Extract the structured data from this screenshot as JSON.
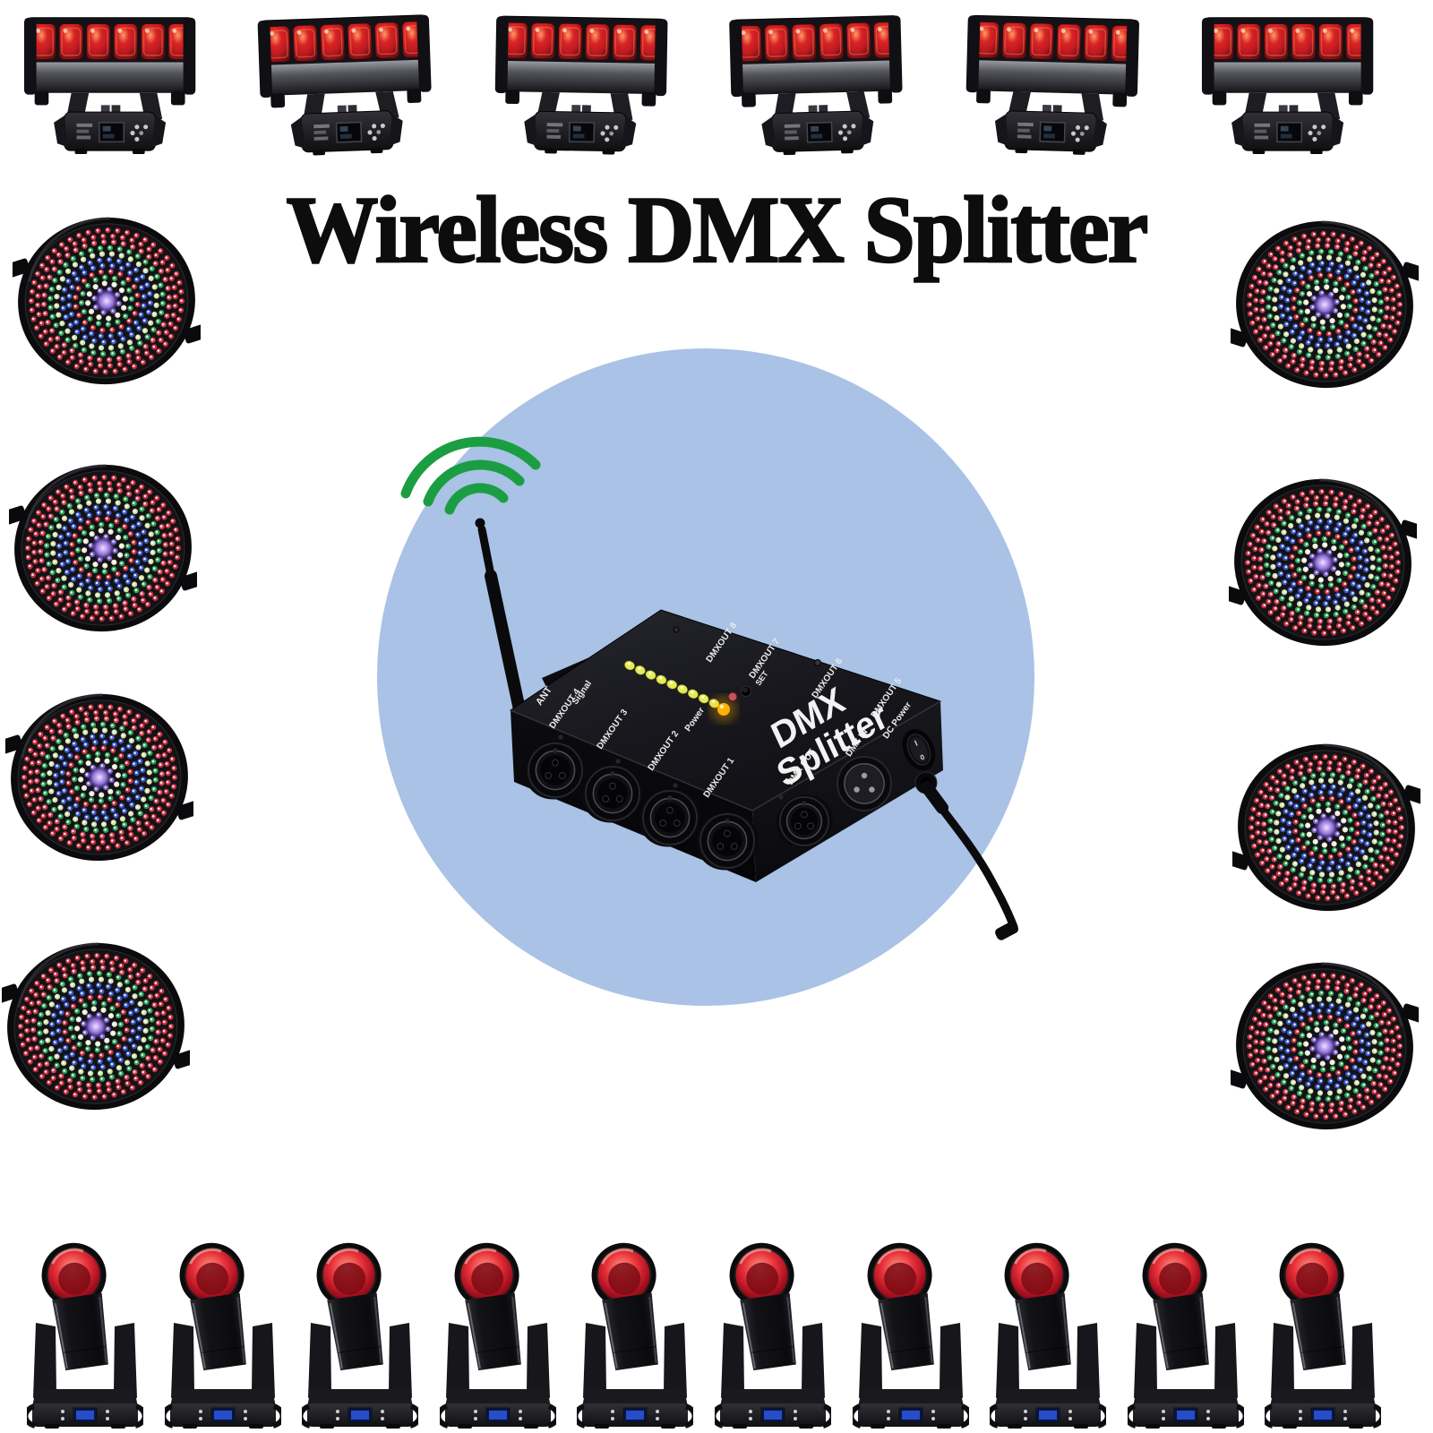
{
  "title": {
    "text": "Wireless DMX Splitter",
    "color": "#0d0d0d"
  },
  "hero": {
    "circle_color": "#a9c2e5",
    "wifi_icon_color": "#1b9e42",
    "device": {
      "name": "Wireless DMX Splitter box",
      "logo_line1": "DMX",
      "logo_line2": "Splitter",
      "body_color": "#16161a",
      "labels": {
        "ant": "ANT",
        "out1": "DMXOUT 1",
        "out2": "DMXOUT 2",
        "out3": "DMXOUT 3",
        "out4": "DMXOUT 4",
        "out5": "DMXOUT 5",
        "out6": "DMXOUT 6",
        "out7": "DMXOUT 7",
        "out8": "DMXOUT 8",
        "signal": "Signal",
        "power": "Power",
        "set": "SET",
        "dmx_out": "DMX OUT",
        "dmx_in": "DMX IN",
        "dc_power": "DC Power",
        "switch_on": "I",
        "switch_off": "0"
      },
      "leds": {
        "signal_count": 9,
        "signal_color": "#e4ec56",
        "power_led_color": "#ffb200",
        "status_led_color": "#c2545e"
      }
    }
  },
  "fixtures": {
    "bar_lights": {
      "count": 6,
      "lens_count": 6,
      "lens_color": "#d92424"
    },
    "par_lights": {
      "left_count": 4,
      "right_count": 4,
      "ring_colors": [
        "#c8303e",
        "#c8303e",
        "#d04050",
        "#2ea357",
        "#cfe0a8",
        "#3b57c8",
        "#3b57c8",
        "#c8303e",
        "#2ea357",
        "#ece9d4",
        "#7e63d2"
      ],
      "center_glow": "#8f6bd8"
    },
    "moving_heads": {
      "count": 10,
      "lens_color": "#e8323a",
      "display_color": "#2a50d0"
    }
  }
}
